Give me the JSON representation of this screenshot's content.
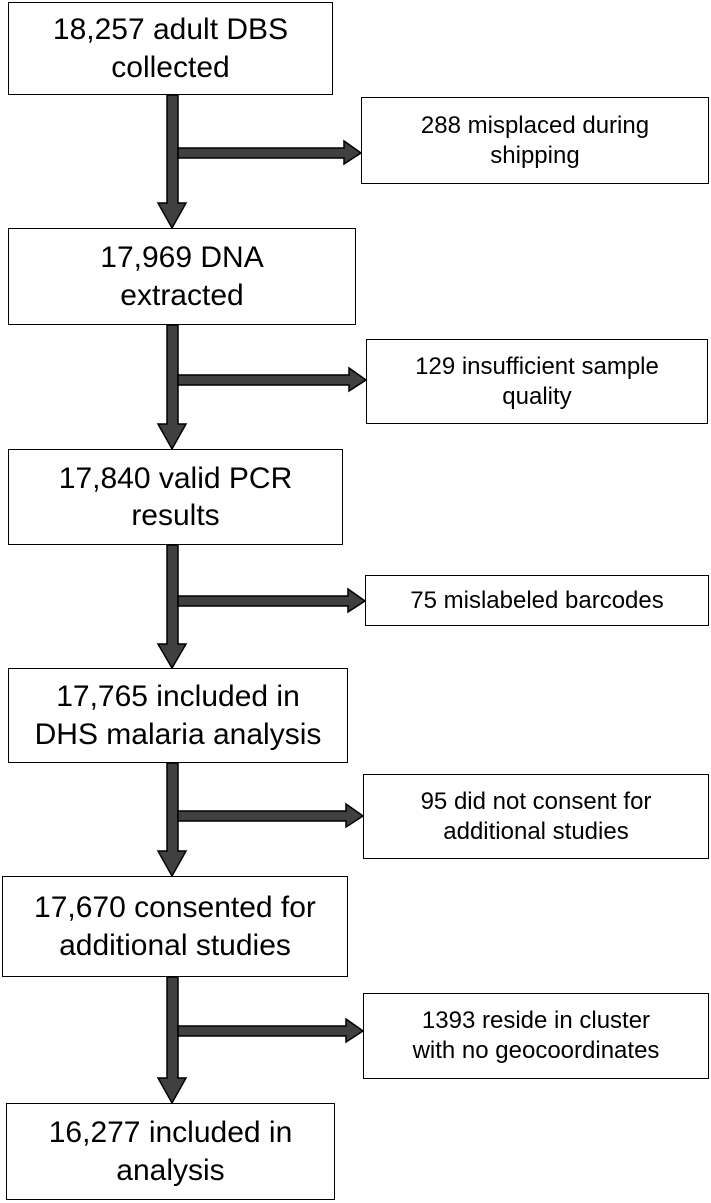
{
  "main_steps": [
    {
      "text": "18,257 adult DBS\ncollected"
    },
    {
      "text": "17,969 DNA\nextracted"
    },
    {
      "text": "17,840 valid PCR\nresults"
    },
    {
      "text": "17,765 included in\nDHS malaria analysis"
    },
    {
      "text": "17,670 consented for\nadditional studies"
    },
    {
      "text": "16,277 included in\nanalysis"
    }
  ],
  "exclusions": [
    {
      "text": "288 misplaced during\nshipping"
    },
    {
      "text": "129 insufficient sample\nquality"
    },
    {
      "text": "75 mislabeled barcodes"
    },
    {
      "text": "95 did not consent for\nadditional studies"
    },
    {
      "text": "1393 reside in cluster\nwith no geocoordinates"
    }
  ],
  "colors": {
    "arrow": "#404040",
    "border": "#000000"
  }
}
